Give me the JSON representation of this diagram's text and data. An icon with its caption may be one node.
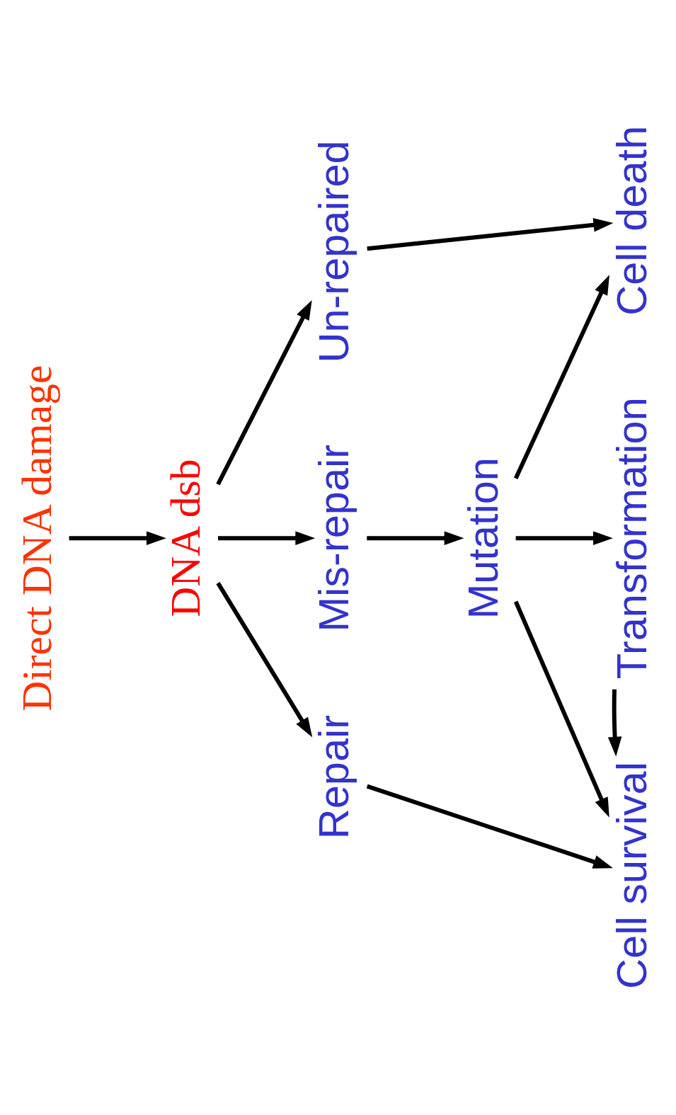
{
  "diagram": {
    "nodes": [
      {
        "text": [
          "Direct DNA damage"
        ]
      },
      {
        "text": [
          "DNA dsb"
        ]
      },
      {
        "text": [
          "Un-repaired"
        ]
      },
      {
        "text": [
          "Repair"
        ]
      },
      {
        "text": [
          "Mis-repair"
        ]
      },
      {
        "text": [
          "Mutation"
        ]
      },
      {
        "text": [
          "Cell death"
        ]
      },
      {
        "text": [
          "Transformation"
        ]
      },
      {
        "text": [
          "Cell survival"
        ]
      }
    ],
    "edges": [
      {
        "from": 0,
        "to": 1,
        "arrow": "to"
      },
      {
        "from": 1,
        "to": 2,
        "arrow": "to"
      },
      {
        "from": 1,
        "to": 4,
        "arrow": "to"
      },
      {
        "from": 1,
        "to": 3,
        "arrow": "to"
      },
      {
        "from": 4,
        "to": 5,
        "arrow": "to"
      },
      {
        "from": 2,
        "to": 6,
        "arrow": "to"
      },
      {
        "from": 5,
        "to": 6,
        "arrow": "to"
      },
      {
        "from": 5,
        "to": 7,
        "arrow": "to"
      },
      {
        "from": 5,
        "to": 8,
        "arrow": "to"
      },
      {
        "from": 7,
        "to": 8,
        "arrow": "to"
      },
      {
        "from": 3,
        "to": 8,
        "arrow": "to"
      }
    ]
  }
}
